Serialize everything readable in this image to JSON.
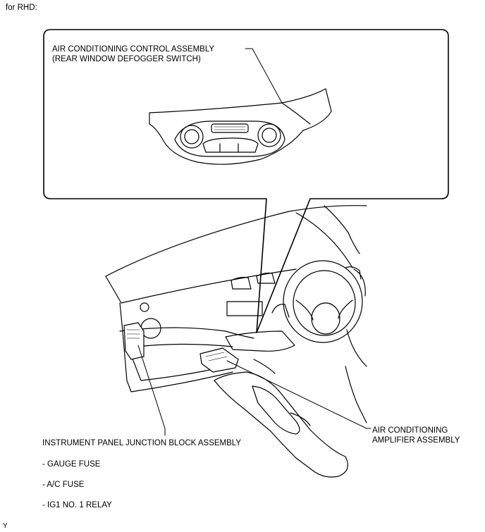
{
  "heading": "for RHD:",
  "callout": {
    "line1": "AIR CONDITIONING CONTROL ASSEMBLY",
    "line2": "(REAR WINDOW DEFOGGER SWITCH)"
  },
  "amplifier": {
    "line1": "AIR CONDITIONING",
    "line2": "AMPLIFIER ASSEMBLY"
  },
  "junction_block": {
    "title": "INSTRUMENT PANEL JUNCTION BLOCK ASSEMBLY",
    "items": [
      "- GAUGE FUSE",
      "- A/C FUSE",
      "- IG1 NO. 1 RELAY"
    ]
  },
  "figure_code": "Y"
}
